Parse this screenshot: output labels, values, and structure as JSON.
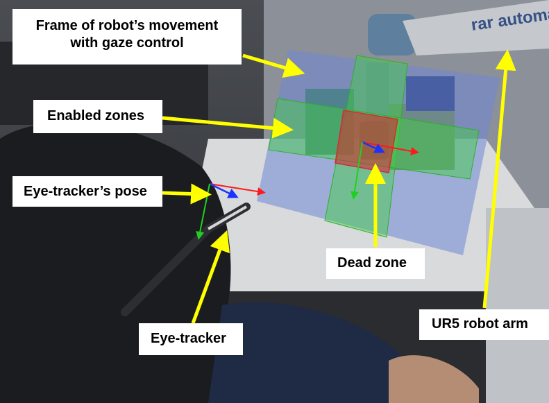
{
  "colors": {
    "frame_fill": "#6f86d6",
    "enabled_zone_fill": "#3fd23f",
    "dead_zone_fill": "#d62a3a",
    "callout_arrow": "#ffff00",
    "axis_x": "#ff1a1a",
    "axis_y": "#20d020",
    "axis_z": "#1a33ff",
    "label_background": "#ffffff"
  },
  "labels": {
    "frame_line1": "Frame of robot’s movement",
    "frame_line2": "with gaze control",
    "enabled_zones": "Enabled zones",
    "eye_tracker_pose": "Eye-tracker’s pose",
    "dead_zone": "Dead zone",
    "eye_tracker": "Eye-tracker",
    "ur5_robot_arm": "UR5 robot arm"
  },
  "logo_text": "rar automation"
}
